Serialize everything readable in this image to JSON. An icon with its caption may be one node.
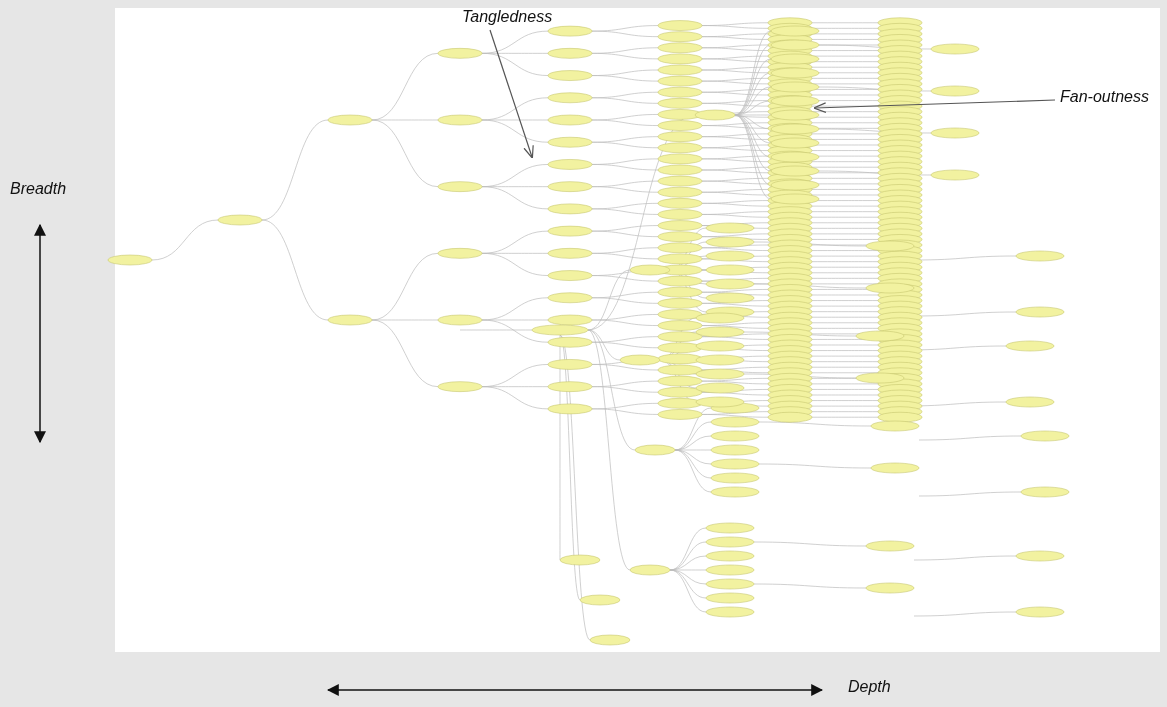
{
  "diagram": {
    "nodes": [
      {
        "text": [
          "Tangledness"
        ]
      },
      {
        "text": [
          "Fan-outness"
        ]
      }
    ],
    "edges": [
      {
        "from": 0,
        "to": null,
        "arrow": "to"
      },
      {
        "from": 1,
        "to": null,
        "arrow": "to"
      }
    ],
    "labels": [
      "Breadth",
      "Depth"
    ]
  }
}
